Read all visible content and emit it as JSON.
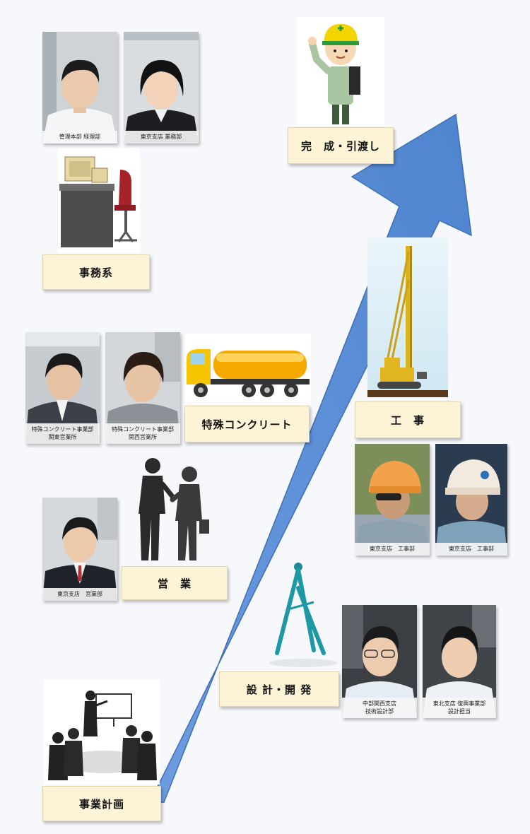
{
  "stages": {
    "business_plan": "事業計画",
    "sales": "営　業",
    "design": "設 計・開 発",
    "special_concrete": "特殊コンクリート",
    "construction": "工　事",
    "office": "事務系",
    "completion": "完　成・引渡し"
  },
  "captions": {
    "admin_accounting": "管理本部 経理部",
    "tokyo_business": "東京支店 業務部",
    "special_kanto": [
      "特殊コンクリート事業部",
      "関東営業所"
    ],
    "special_kansai": [
      "特殊コンクリート事業部",
      "関西営業所"
    ],
    "tokyo_sales": "東京支店　営業部",
    "tokyo_construction_1": "東京支店　工事部",
    "tokyo_construction_2": "東京支店　工事部",
    "chubu_design": [
      "中部関西支店",
      "技術設計部"
    ],
    "tohoku_design": [
      "東北支店 復興事業部",
      "設計担当"
    ]
  },
  "colors": {
    "arrow": "#5b8fd6",
    "label_bg": "#fdf3d6"
  },
  "icons": {
    "worker": "construction-worker-icon",
    "desk": "office-desk-icon",
    "truck": "concrete-truck-icon",
    "handshake": "handshake-silhouette-icon",
    "rig": "pile-driver-rig-icon",
    "compass": "drafting-compass-icon",
    "meeting": "meeting-silhouette-icon"
  }
}
